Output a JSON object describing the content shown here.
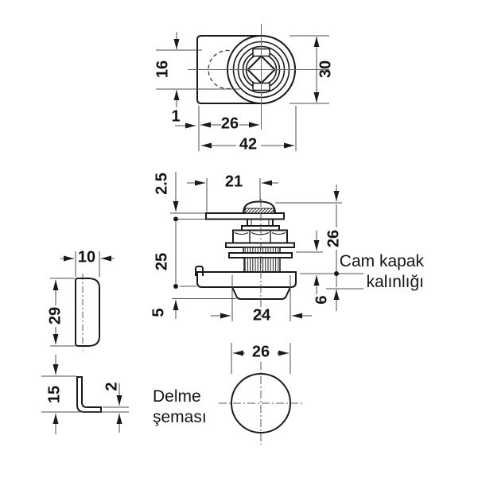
{
  "top_view": {
    "dim_circle_hidden": "16",
    "dim_height": "30",
    "dim_edge": "1",
    "dim_center": "26",
    "dim_width": "42"
  },
  "side_view": {
    "dim_plate_thickness": "2.5",
    "dim_cam_reach": "21",
    "dim_above_surface": "26",
    "dim_body_height": "25",
    "dim_below_housing": "5",
    "dim_thread_dia": "24",
    "dim_housing_rim": "6",
    "glass_label_line1": "Cam kapak",
    "glass_label_line2": "kalınlığı"
  },
  "cam_view": {
    "dim_width": "10",
    "dim_length": "29",
    "dim_leg": "15",
    "dim_thickness": "2"
  },
  "drill_view": {
    "dim_hole_dia": "26",
    "label_line1": "Delme",
    "label_line2": "şeması"
  },
  "colors": {
    "outline": "#1a1a1a",
    "thin_line": "#4d4d4d",
    "background": "#ffffff"
  }
}
